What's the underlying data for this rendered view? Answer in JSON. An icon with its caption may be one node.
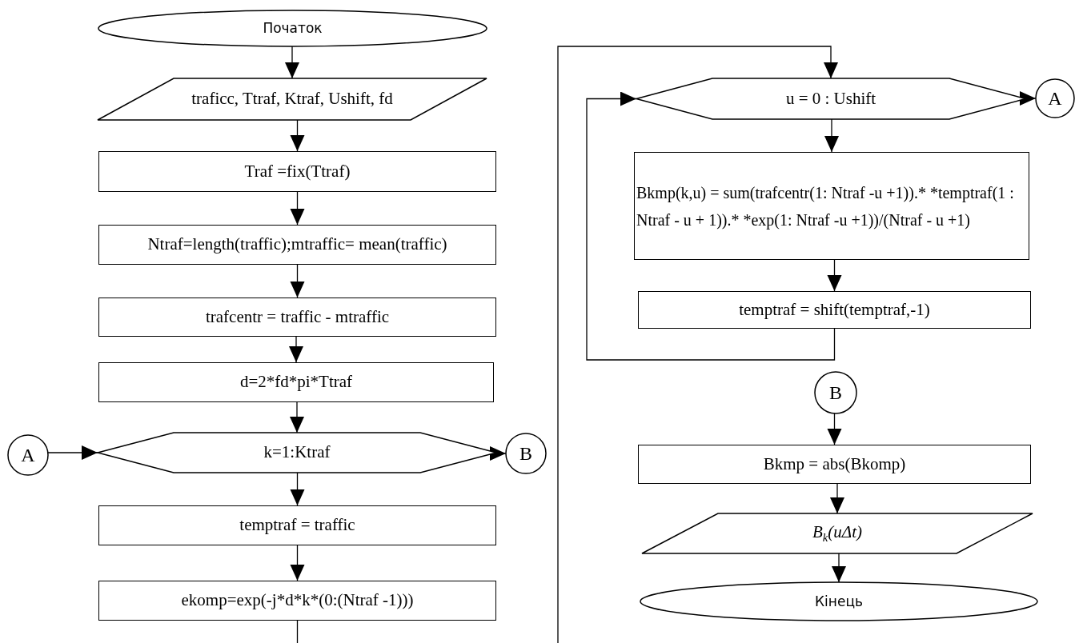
{
  "diagram": {
    "nodes": [
      {
        "text": [
          "Початок"
        ]
      },
      {
        "text": [
          "traficc, Ttraf, Ktraf, Ushift, fd"
        ]
      },
      {
        "text": [
          "Traf =fix(Ttraf)"
        ]
      },
      {
        "text": [
          "Ntraf=length(traffic);mtraffic= mean(traffic)"
        ]
      },
      {
        "text": [
          "trafcentr = traffic - mtraffic"
        ]
      },
      {
        "text": [
          "d=2*fd*pi*Ttraf"
        ]
      },
      {
        "text": [
          "A"
        ]
      },
      {
        "text": [
          "k=1:Ktraf"
        ]
      },
      {
        "text": [
          "B"
        ]
      },
      {
        "text": [
          "temptraf = traffic"
        ]
      },
      {
        "text": [
          "ekomp=exp(-j*d*k*(0:(Ntraf -1)))"
        ]
      },
      {
        "text": [
          "u = 0 : Ushift"
        ]
      },
      {
        "text": [
          "A"
        ]
      },
      {
        "text": [
          "Bkmp(k,u) = sum(trafcentr(1: Ntraf -u +1)).* *temptraf(1 : Ntraf - u + 1)).* *exp(1: Ntraf -u +1))/(Ntraf - u +1)"
        ]
      },
      {
        "text": [
          "temptraf = shift(temptraf,-1)"
        ]
      },
      {
        "text": [
          "B"
        ]
      },
      {
        "text": [
          "Bkmp = abs(Bkomp)"
        ]
      },
      {
        "text": [
          "B$_{k}$(uΔt)"
        ]
      },
      {
        "text": [
          "Кінець"
        ]
      }
    ],
    "edges": [
      {
        "from": 0,
        "to": 1,
        "arrow": "to"
      },
      {
        "from": 1,
        "to": 2,
        "arrow": "to"
      },
      {
        "from": 2,
        "to": 3,
        "arrow": "to"
      },
      {
        "from": 3,
        "to": 4,
        "arrow": "to"
      },
      {
        "from": 4,
        "to": 5,
        "arrow": "to"
      },
      {
        "from": 5,
        "to": 7,
        "arrow": "to"
      },
      {
        "from": 6,
        "to": 7,
        "arrow": "to"
      },
      {
        "from": 7,
        "to": 8,
        "arrow": "to"
      },
      {
        "from": 7,
        "to": 9,
        "arrow": "to"
      },
      {
        "from": 9,
        "to": 10,
        "arrow": "to"
      },
      {
        "from": 10,
        "to": null,
        "arrow": "none"
      },
      {
        "from": null,
        "to": 11,
        "arrow": "to"
      },
      {
        "from": 11,
        "to": 12,
        "arrow": "to"
      },
      {
        "from": 11,
        "to": 13,
        "arrow": "to"
      },
      {
        "from": 13,
        "to": 14,
        "arrow": "to"
      },
      {
        "from": 14,
        "to": 11,
        "arrow": "to"
      },
      {
        "from": 15,
        "to": 16,
        "arrow": "to"
      },
      {
        "from": 16,
        "to": 17,
        "arrow": "to"
      },
      {
        "from": 17,
        "to": 18,
        "arrow": "to"
      }
    ]
  }
}
